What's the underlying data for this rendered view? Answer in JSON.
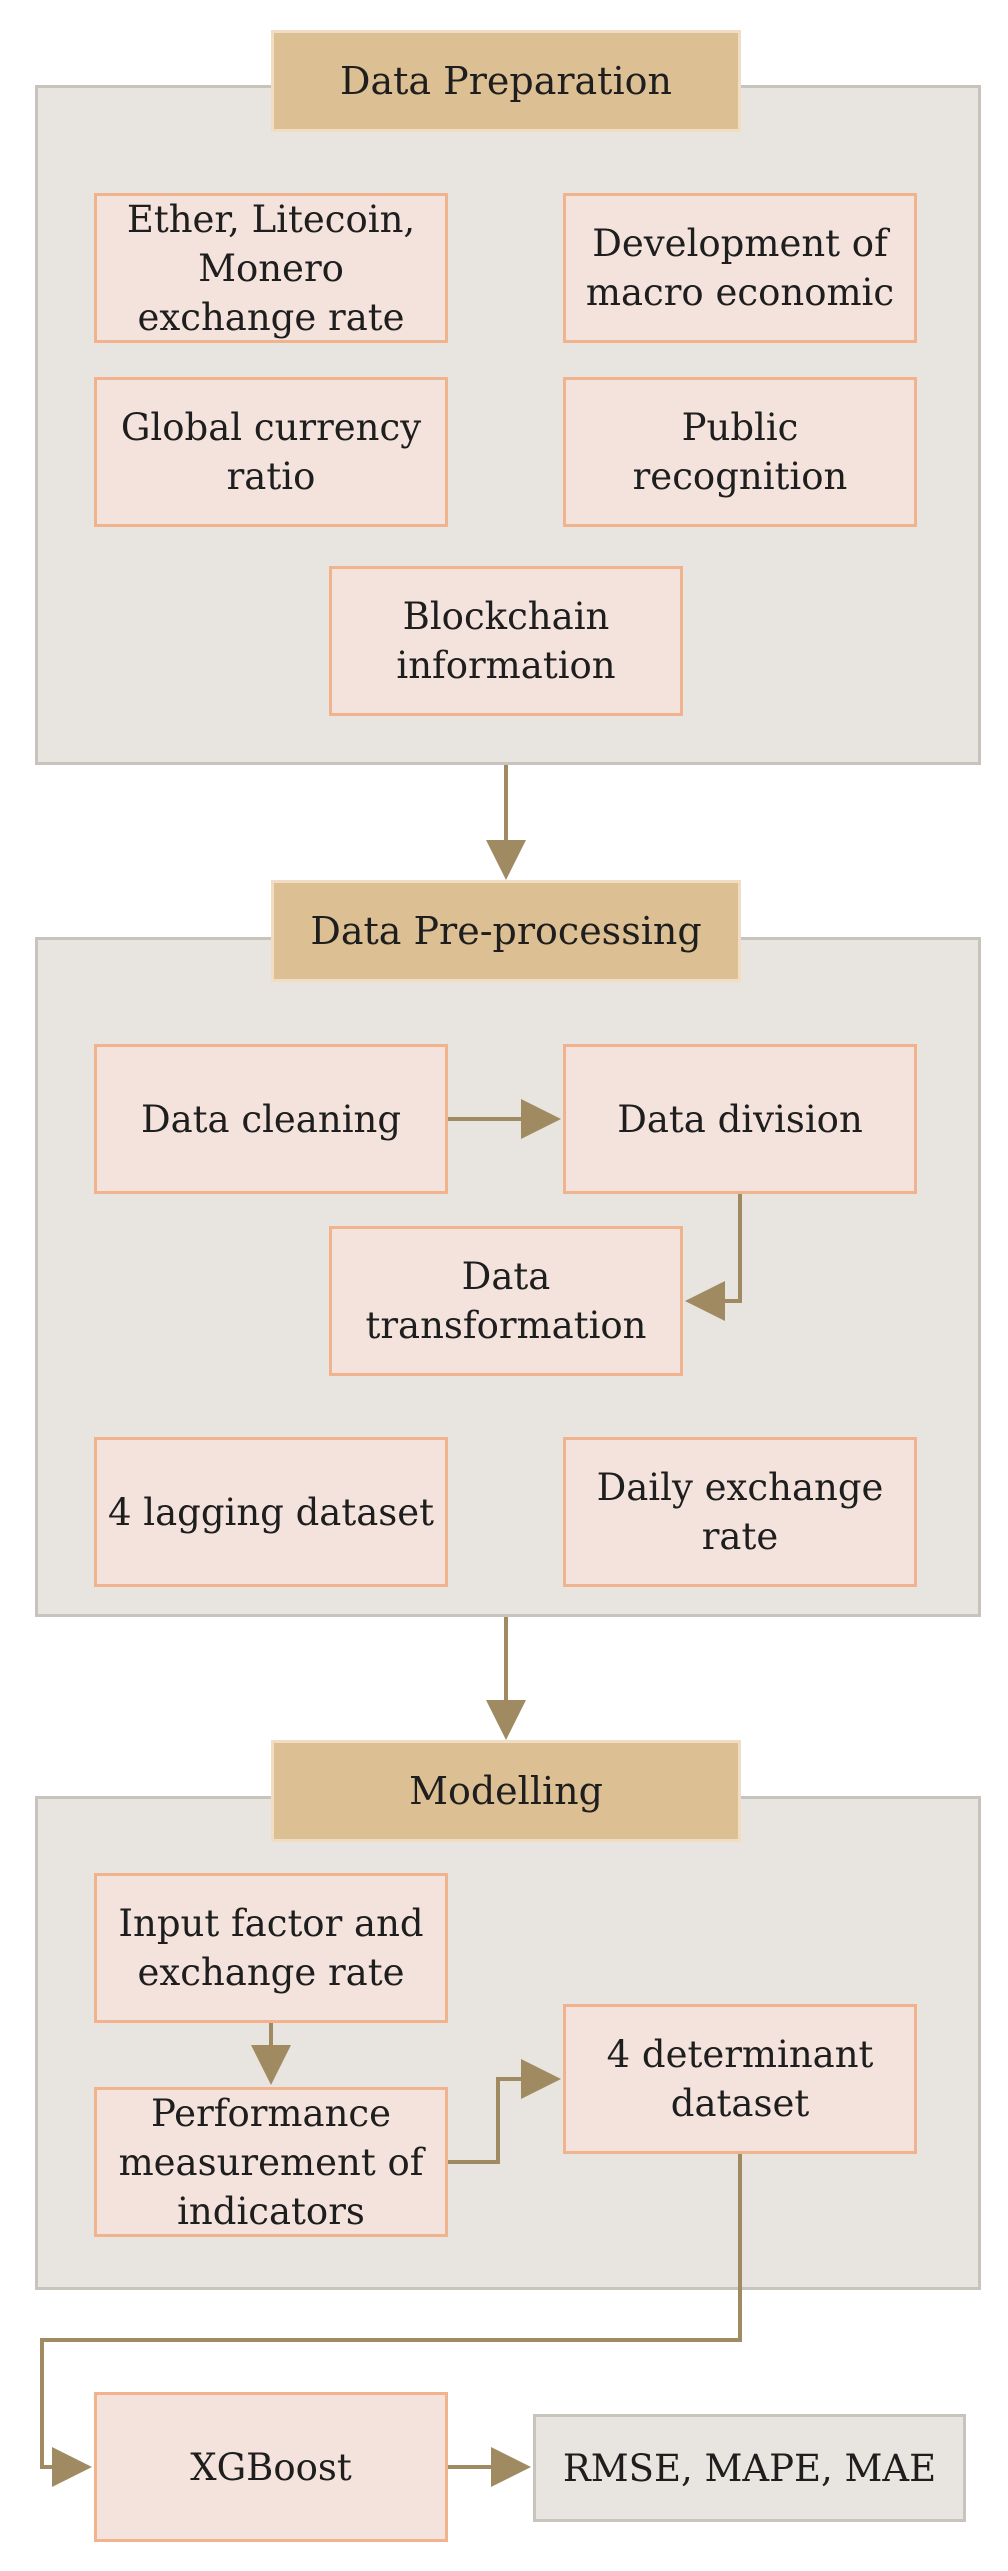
{
  "sections": [
    {
      "title": "Data Preparation",
      "boxes": [
        "Ether, Litecoin,\nMonero\nexchange rate",
        "Development of\nmacro economic",
        "Global currency\nratio",
        "Public\nrecognition",
        "Blockchain\ninformation"
      ]
    },
    {
      "title": "Data Pre-processing",
      "boxes": [
        "Data cleaning",
        "Data division",
        "Data\ntransformation",
        "4 lagging dataset",
        "Daily exchange\nrate"
      ]
    },
    {
      "title": "Modelling",
      "boxes": [
        "Input factor and\nexchange rate",
        "Performance\nmeasurement of\nindicators",
        "4 determinant\ndataset"
      ]
    }
  ],
  "output": {
    "model": "XGBoost",
    "metrics": "RMSE, MAPE, MAE"
  },
  "colors": {
    "panel": "#e8e4df",
    "header": "#ddbf94",
    "box": "#f4e3dc",
    "box_border": "#f0b38e",
    "arrow": "#a08a62"
  }
}
